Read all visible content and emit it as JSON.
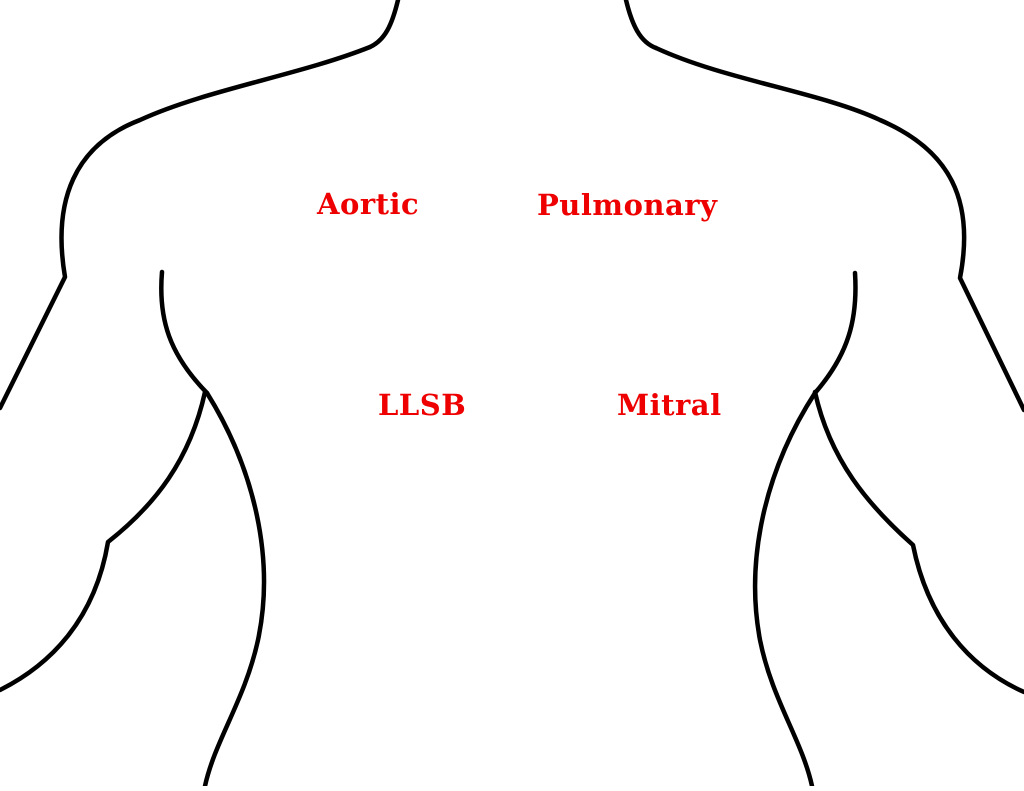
{
  "diagram": {
    "labels": {
      "aortic": "Aortic",
      "pulmonary": "Pulmonary",
      "llsb": "LLSB",
      "mitral": "Mitral"
    },
    "label_color": "#ee0000",
    "outline_color": "#000000"
  }
}
